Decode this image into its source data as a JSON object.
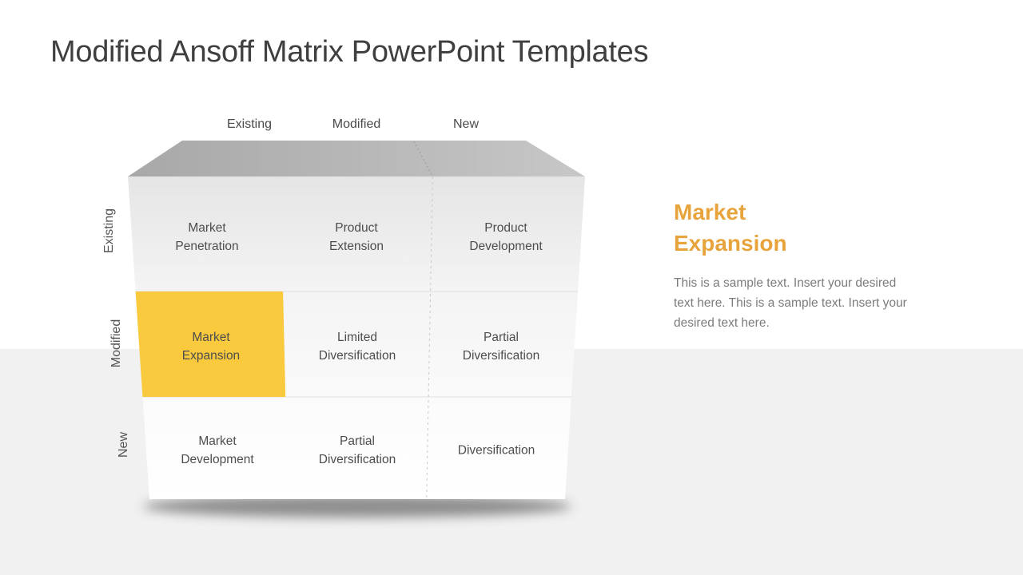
{
  "slide": {
    "title": "Modified Ansoff Matrix PowerPoint Templates"
  },
  "matrix": {
    "column_headers": [
      "Existing",
      "Modified",
      "New"
    ],
    "rows": [
      {
        "header": "Existing",
        "cells": [
          "Market Penetration",
          "Product Extension",
          "Product Development"
        ]
      },
      {
        "header": "Modified",
        "cells": [
          "Market Expansion",
          "Limited Diversification",
          "Partial Diversification"
        ]
      },
      {
        "header": "New",
        "cells": [
          "Market Development",
          "Partial Diversification",
          "Diversification"
        ]
      }
    ],
    "highlighted_cell": "Market Expansion",
    "highlight_color": "#F9C93E"
  },
  "detail_panel": {
    "heading": "Market Expansion",
    "heading_color": "#E8A43C",
    "body": "This is a sample text. Insert your desired text here. This is a sample text. Insert your desired text here."
  }
}
